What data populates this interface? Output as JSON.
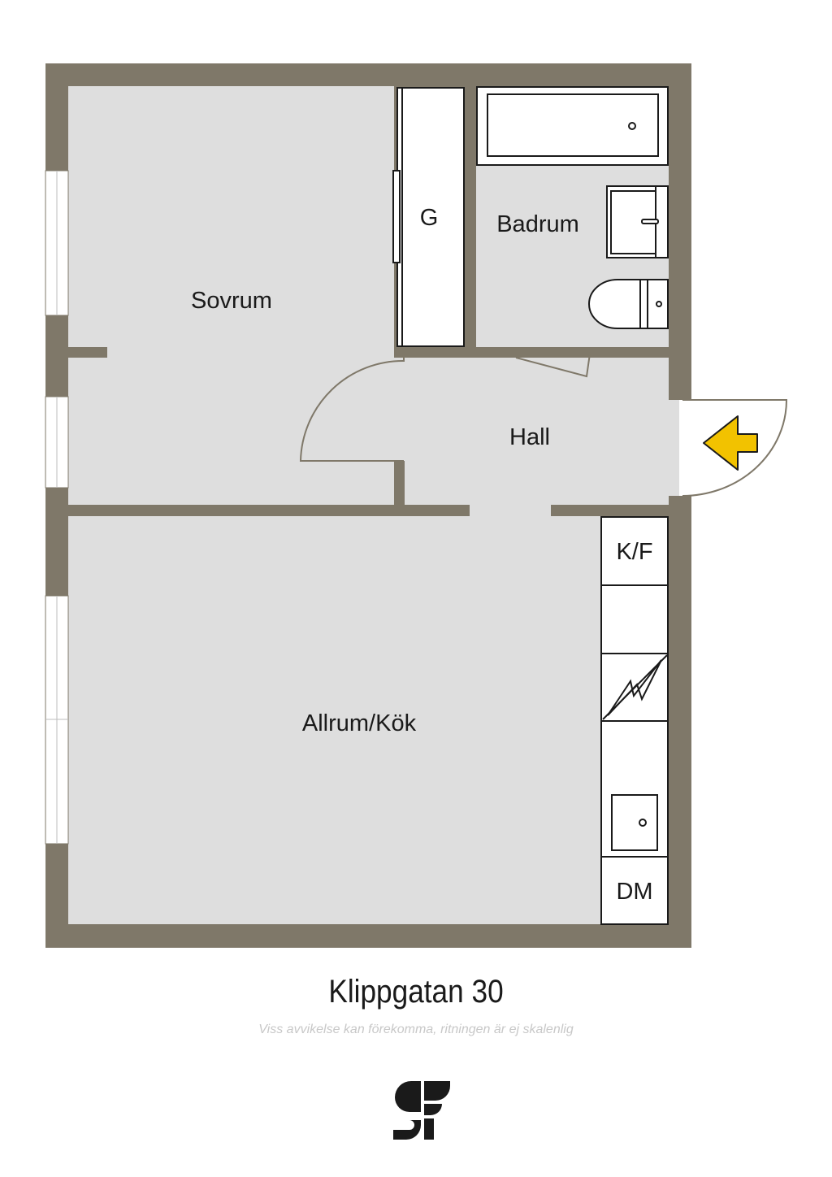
{
  "colors": {
    "wall": "#7f7869",
    "floor": "#dedede",
    "fixture": "#ffffff",
    "outline": "#1a1a1a",
    "entrance_arrow": "#f2c200",
    "logo": "#1a1a1a"
  },
  "rooms": {
    "sovrum": "Sovrum",
    "garderob": "G",
    "badrum": "Badrum",
    "hall": "Hall",
    "allrum_kok": "Allrum/Kök"
  },
  "fixtures": {
    "kyl_frys": "K/F",
    "diskmaskin": "DM"
  },
  "icons": {
    "entrance": "entrance-arrow-icon",
    "stove": "stove-icon",
    "logo": "logo-icon"
  },
  "footer": {
    "address": "Klippgatan 30",
    "disclaimer": "Viss avvikelse kan förekomma, ritningen är ej skalenlig"
  }
}
